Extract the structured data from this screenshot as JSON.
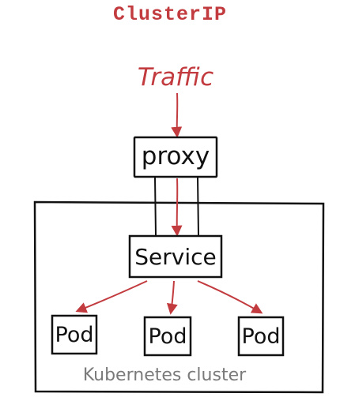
{
  "title": "ClusterIP",
  "diagram": {
    "traffic_label": "Traffic",
    "proxy_label": "proxy",
    "service_label": "Service",
    "pods": [
      {
        "label": "Pod"
      },
      {
        "label": "Pod"
      },
      {
        "label": "Pod"
      }
    ],
    "cluster_label": "Kubernetes cluster"
  },
  "colors": {
    "accent": "#c23b3f",
    "ink": "#111111",
    "cluster_text": "#7a7a7a"
  }
}
